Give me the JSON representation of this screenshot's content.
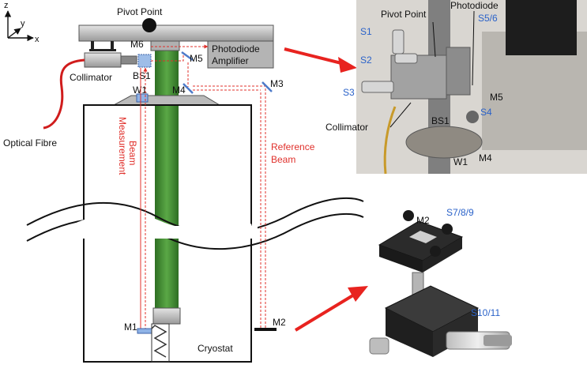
{
  "axes": {
    "z": "z",
    "y": "y",
    "x": "x"
  },
  "schematic": {
    "pivot_point": "Pivot Point",
    "collimator": "Collimator",
    "optical_fibre": "Optical Fibre",
    "photodiode_amplifier_line1": "Photodiode",
    "photodiode_amplifier_line2": "Amplifier",
    "bs1": "BS1",
    "w1": "W1",
    "m1": "M1",
    "m2": "M2",
    "m3": "M3",
    "m4": "M4",
    "m5": "M5",
    "m6": "M6",
    "measurement_beam_line1": "Measurement",
    "measurement_beam_line2": "Beam",
    "reference_beam_line1": "Reference",
    "reference_beam_line2": "Beam",
    "cryostat": "Cryostat"
  },
  "photo_top": {
    "pivot_point": "Pivot Point",
    "photodiode": "Photodiode",
    "s1": "S1",
    "s2": "S2",
    "s3": "S3",
    "s4": "S4",
    "s5_6": "S5/6",
    "m4": "M4",
    "m5": "M5",
    "w1": "W1",
    "bs1": "BS1",
    "collimator": "Collimator"
  },
  "photo_bottom": {
    "m2": "M2",
    "s7_8_9": "S7/8/9",
    "s10_11": "S10/11"
  },
  "colors": {
    "beam_red": "#e0302b",
    "laser_green": "#3c8a2e",
    "label_blue": "#2a62c9",
    "part_grey": "#a8a8a8",
    "window_blue": "#8fb3e6"
  }
}
